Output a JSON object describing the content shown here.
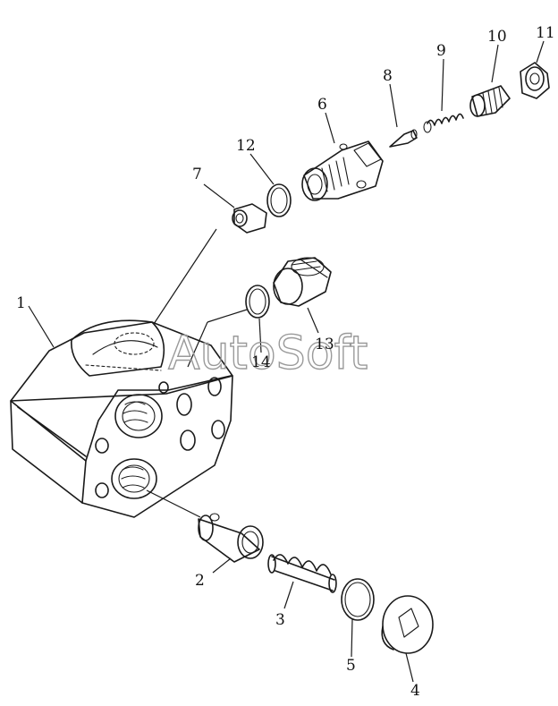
{
  "diagram": {
    "watermark": "AutoSoft",
    "parts": [
      {
        "id": "part-1",
        "callout": "1"
      },
      {
        "id": "part-2",
        "callout": "2"
      },
      {
        "id": "part-3",
        "callout": "3"
      },
      {
        "id": "part-4",
        "callout": "4"
      },
      {
        "id": "part-5",
        "callout": "5"
      },
      {
        "id": "part-6",
        "callout": "6"
      },
      {
        "id": "part-7",
        "callout": "7"
      },
      {
        "id": "part-8",
        "callout": "8"
      },
      {
        "id": "part-9",
        "callout": "9"
      },
      {
        "id": "part-10",
        "callout": "10"
      },
      {
        "id": "part-11",
        "callout": "11"
      },
      {
        "id": "part-12",
        "callout": "12"
      },
      {
        "id": "part-13",
        "callout": "13"
      },
      {
        "id": "part-14",
        "callout": "14"
      }
    ],
    "colors": {
      "line": "#1a1a1a",
      "background": "#ffffff",
      "watermark": "#9a9a9a"
    }
  }
}
